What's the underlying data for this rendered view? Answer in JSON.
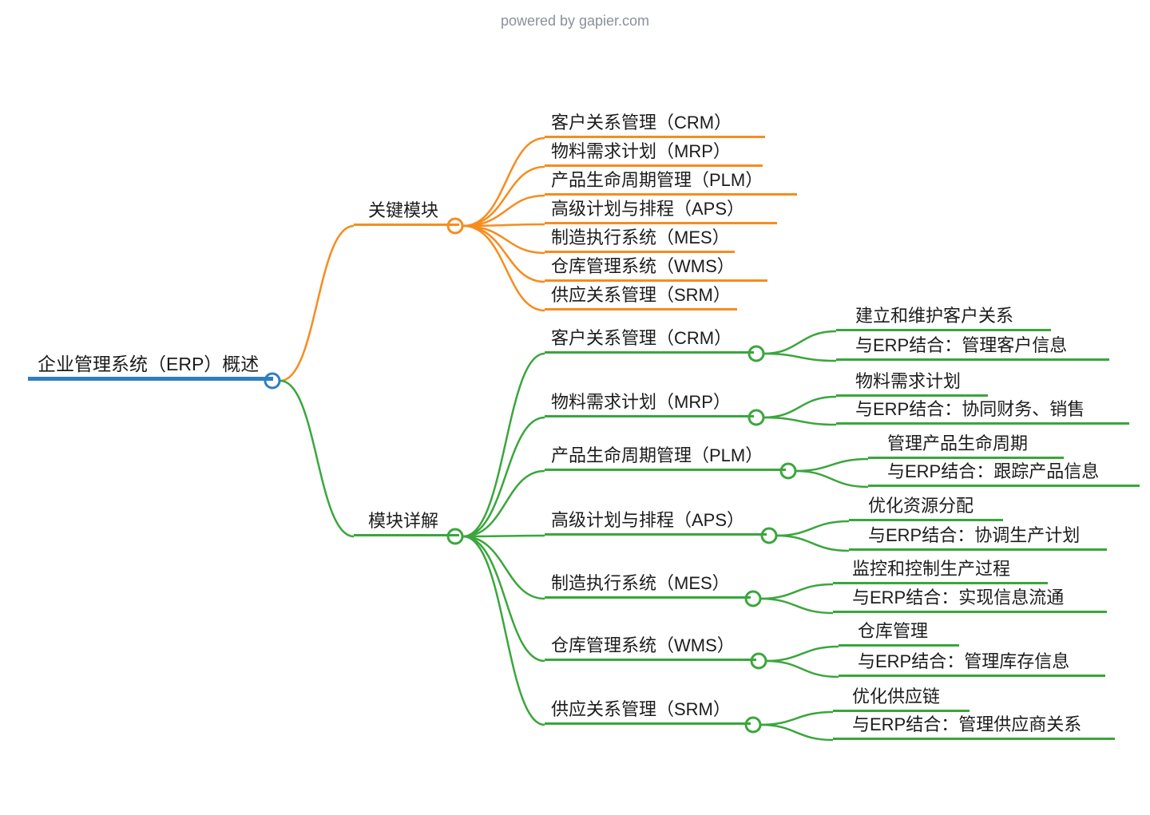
{
  "header": {
    "powered_by": "powered by gapier.com"
  },
  "root": {
    "label": "企业管理系统（ERP）概述"
  },
  "branches": [
    {
      "label": "关键模块",
      "color": "#f78c1f",
      "children": [
        {
          "label": "客户关系管理（CRM）"
        },
        {
          "label": "物料需求计划（MRP）"
        },
        {
          "label": "产品生命周期管理（PLM）"
        },
        {
          "label": "高级计划与排程（APS）"
        },
        {
          "label": "制造执行系统（MES）"
        },
        {
          "label": "仓库管理系统（WMS）"
        },
        {
          "label": "供应关系管理（SRM）"
        }
      ]
    },
    {
      "label": "模块详解",
      "color": "#3aa63c",
      "children": [
        {
          "label": "客户关系管理（CRM）",
          "leaves": [
            "建立和维护客户关系",
            "与ERP结合：管理客户信息"
          ]
        },
        {
          "label": "物料需求计划（MRP）",
          "leaves": [
            "物料需求计划",
            "与ERP结合：协同财务、销售"
          ]
        },
        {
          "label": "产品生命周期管理（PLM）",
          "leaves": [
            "管理产品生命周期",
            "与ERP结合：跟踪产品信息"
          ]
        },
        {
          "label": "高级计划与排程（APS）",
          "leaves": [
            "优化资源分配",
            "与ERP结合：协调生产计划"
          ]
        },
        {
          "label": "制造执行系统（MES）",
          "leaves": [
            "监控和控制生产过程",
            "与ERP结合：实现信息流通"
          ]
        },
        {
          "label": "仓库管理系统（WMS）",
          "leaves": [
            "仓库管理",
            "与ERP结合：管理库存信息"
          ]
        },
        {
          "label": "供应关系管理（SRM）",
          "leaves": [
            "优化供应链",
            "与ERP结合：管理供应商关系"
          ]
        }
      ]
    }
  ],
  "colors": {
    "root_line": "#2f7fc0",
    "branch_key_modules": "#f78c1f",
    "branch_module_details": "#3aa63c",
    "text": "#1c1c1c",
    "watermark": "#8b9099"
  }
}
